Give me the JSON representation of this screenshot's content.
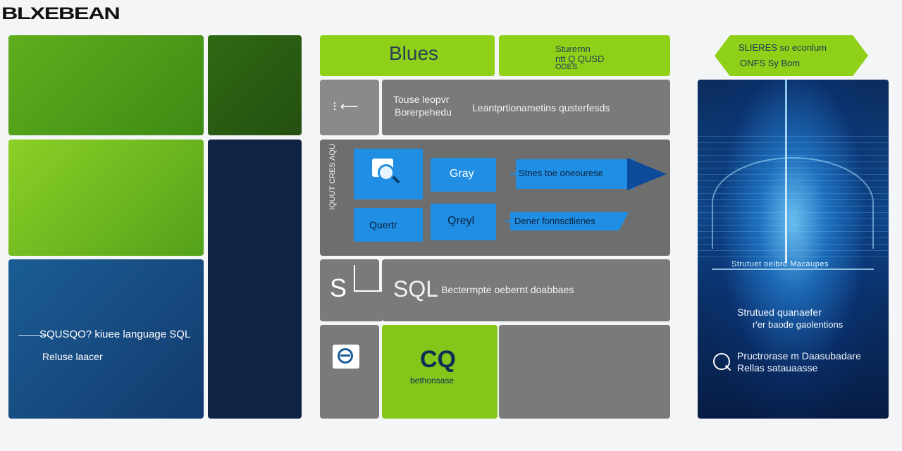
{
  "logo": {
    "text": "BLXEBEAN"
  },
  "left": {
    "blue_tile_line1": "SQUSQO? kiuee language SQL",
    "blue_tile_line2": "Reluse laacer"
  },
  "middle": {
    "header_left": "Blues",
    "header_right_line1": "Sturernn",
    "header_right_line2": "ntt Q QUSD",
    "header_right_line3": "ODES",
    "row1_left_line1": "Touse leopvr",
    "row1_left_line2": "Borerpehedu",
    "row1_right": "Leantprtionametins qusterfesds",
    "row1_icon_glyph": "⁝ ⟵",
    "vertical_label": "IQUUT CRES AQU",
    "box_gray": "Gray",
    "box_quertr": "Quertr",
    "box_qreyl": "Qreyl",
    "band_1": "Stnes toe oneourese",
    "band_2": "Dener fonnsctlienes",
    "sql_glyph": "S",
    "sql_title": "SQL",
    "sql_desc": "Bectermpte oebernt doabbaes",
    "lime_glyph": "CQ",
    "lime_caption": "bethonsase"
  },
  "right": {
    "banner_line1": "SLIERES so econlum",
    "banner_line2": "ONFS Sy Bom",
    "glow_text": "Strutuet oeibro Macaupes",
    "structured_line1": "Strutued quanaefer",
    "structured_line2": "r'er baode gaolentions",
    "search_line1": "Pructrorase m Daasubadare",
    "search_line2": "Rellas satauaasse"
  },
  "colors": {
    "lime": "#8fd019",
    "navy": "#0f2444",
    "accent_blue": "#1f8ee3",
    "gray": "#7a7a7a"
  }
}
